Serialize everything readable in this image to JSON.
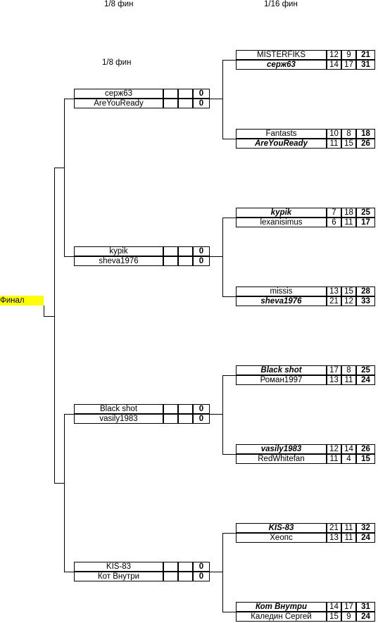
{
  "headers": {
    "r18_top": "1/8 фин",
    "r16_top": "1/16 фин",
    "r18_mid": "1/8 фин"
  },
  "final_label": "Финал",
  "eighths": [
    {
      "p1": "серж63",
      "s1": "0",
      "p2": "AreYouReady",
      "s2": "0"
    },
    {
      "p1": "kypik",
      "s1": "0",
      "p2": "sheva1976",
      "s2": "0"
    },
    {
      "p1": "Black shot",
      "s1": "0",
      "p2": "vasily1983",
      "s2": "0"
    },
    {
      "p1": "KIS-83",
      "s1": "0",
      "p2": "Кот Внутри",
      "s2": "0"
    }
  ],
  "sixteenths": [
    {
      "p1": "MISTERFIKS",
      "a1": "12",
      "b1": "9",
      "t1": "21",
      "p2": "серж63",
      "a2": "14",
      "b2": "17",
      "t2": "31",
      "winner": 2
    },
    {
      "p1": "Fantasts",
      "a1": "10",
      "b1": "8",
      "t1": "18",
      "p2": "AreYouReady",
      "a2": "11",
      "b2": "15",
      "t2": "26",
      "winner": 2
    },
    {
      "p1": "kypik",
      "a1": "7",
      "b1": "18",
      "t1": "25",
      "p2": "lexanisimus",
      "a2": "6",
      "b2": "11",
      "t2": "17",
      "winner": 1
    },
    {
      "p1": "missis",
      "a1": "13",
      "b1": "15",
      "t1": "28",
      "p2": "sheva1976",
      "a2": "21",
      "b2": "12",
      "t2": "33",
      "winner": 2
    },
    {
      "p1": "Black shot",
      "a1": "17",
      "b1": "8",
      "t1": "25",
      "p2": "Роман1997",
      "a2": "13",
      "b2": "11",
      "t2": "24",
      "winner": 1
    },
    {
      "p1": "vasily1983",
      "a1": "12",
      "b1": "14",
      "t1": "26",
      "p2": "RedWhitefan",
      "a2": "11",
      "b2": "4",
      "t2": "15",
      "winner": 1
    },
    {
      "p1": "KIS-83",
      "a1": "21",
      "b1": "11",
      "t1": "32",
      "p2": "Хеопс",
      "a2": "13",
      "b2": "11",
      "t2": "24",
      "winner": 1
    },
    {
      "p1": "Кот Внутри",
      "a1": "14",
      "b1": "17",
      "t1": "31",
      "p2": "Каледин Сергей",
      "a2": "15",
      "b2": "9",
      "t2": "24",
      "winner": 1
    }
  ]
}
